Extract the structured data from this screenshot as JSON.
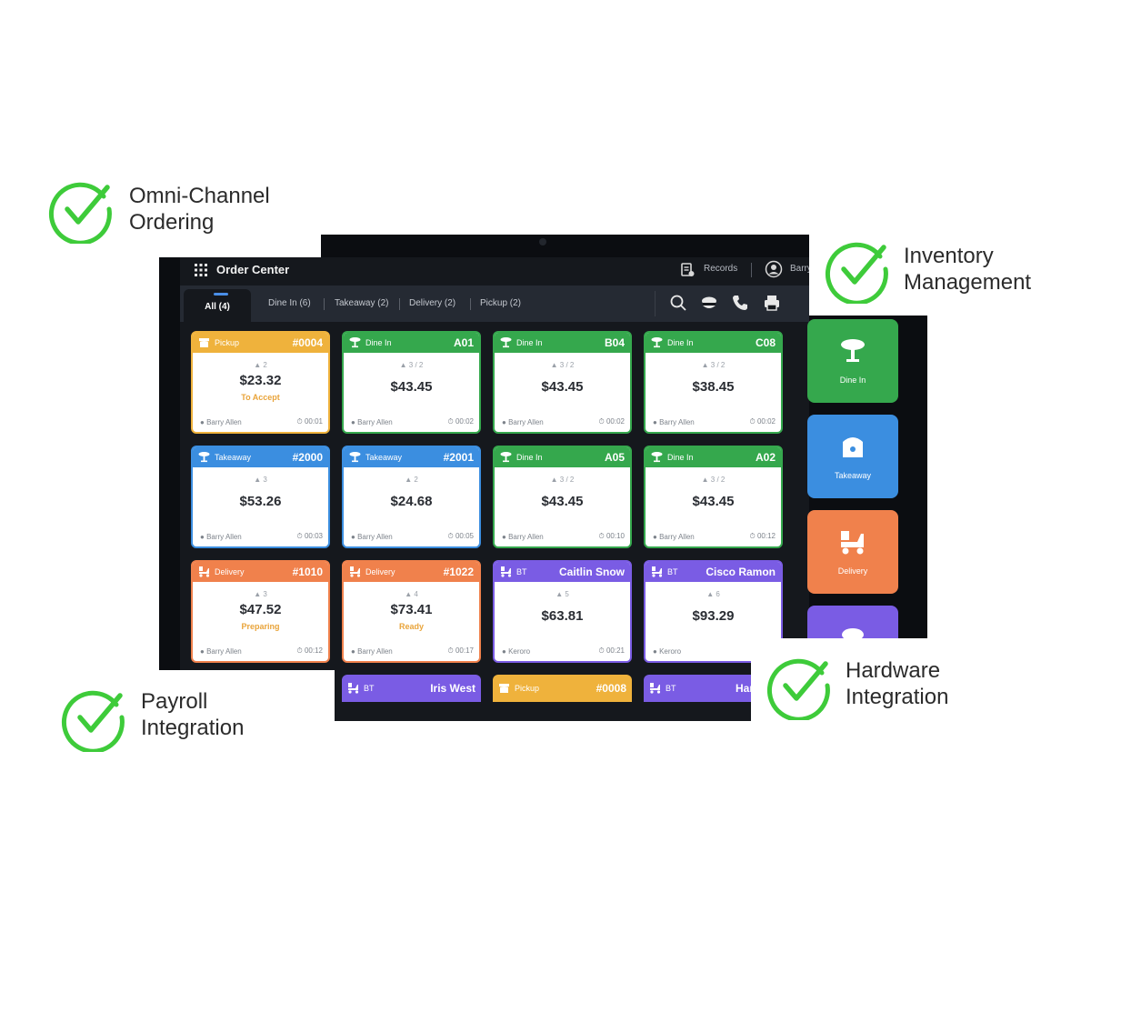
{
  "header": {
    "title": "Order Center",
    "records_label": "Records",
    "user_name": "Barry Allen"
  },
  "tabs": [
    {
      "label": "All (4)"
    },
    {
      "label": "Dine In (6)"
    },
    {
      "label": "Takeaway (2)"
    },
    {
      "label": "Delivery (2)"
    },
    {
      "label": "Pickup (2)"
    }
  ],
  "toolbar_icons": [
    "search-icon",
    "chef-icon",
    "phone-icon",
    "printer-icon"
  ],
  "orders": [
    {
      "type": "Pickup",
      "code": "#0004",
      "meta": "2",
      "amount": "$23.32",
      "status": "To Accept",
      "staff": "Barry Allen",
      "time": "00:01",
      "color": "yellow"
    },
    {
      "type": "Dine In",
      "code": "A01",
      "meta": "3 / 2",
      "amount": "$43.45",
      "status": "",
      "staff": "Barry Allen",
      "time": "00:02",
      "color": "green"
    },
    {
      "type": "Dine In",
      "code": "B04",
      "meta": "3 / 2",
      "amount": "$43.45",
      "status": "",
      "staff": "Barry Allen",
      "time": "00:02",
      "color": "green"
    },
    {
      "type": "Dine In",
      "code": "C08",
      "meta": "3 / 2",
      "amount": "$38.45",
      "status": "",
      "staff": "Barry Allen",
      "time": "00:02",
      "color": "green"
    },
    {
      "type": "Takeaway",
      "code": "#2000",
      "meta": "3",
      "amount": "$53.26",
      "status": "",
      "staff": "Barry Allen",
      "time": "00:03",
      "color": "blue"
    },
    {
      "type": "Takeaway",
      "code": "#2001",
      "meta": "2",
      "amount": "$24.68",
      "status": "",
      "staff": "Barry Allen",
      "time": "00:05",
      "color": "blue"
    },
    {
      "type": "Dine In",
      "code": "A05",
      "meta": "3 / 2",
      "amount": "$43.45",
      "status": "",
      "staff": "Barry Allen",
      "time": "00:10",
      "color": "green"
    },
    {
      "type": "Dine In",
      "code": "A02",
      "meta": "3 / 2",
      "amount": "$43.45",
      "status": "",
      "staff": "Barry Allen",
      "time": "00:12",
      "color": "green"
    },
    {
      "type": "Delivery",
      "code": "#1010",
      "meta": "3",
      "amount": "$47.52",
      "status": "Preparing",
      "staff": "Barry Allen",
      "time": "00:12",
      "color": "orange"
    },
    {
      "type": "Delivery",
      "code": "#1022",
      "meta": "4",
      "amount": "$73.41",
      "status": "Ready",
      "staff": "Barry Allen",
      "time": "00:17",
      "color": "orange"
    },
    {
      "type": "BT",
      "code": "Caitlin Snow",
      "meta": "5",
      "amount": "$63.81",
      "status": "",
      "staff": "Keroro",
      "time": "00:21",
      "color": "purple"
    },
    {
      "type": "BT",
      "code": "Cisco Ramon",
      "meta": "6",
      "amount": "$93.29",
      "status": "",
      "staff": "Keroro",
      "time": "",
      "color": "purple"
    }
  ],
  "partial_orders": [
    {
      "type": "BT",
      "code": "Iris West",
      "color": "purple"
    },
    {
      "type": "Pickup",
      "code": "#0008",
      "color": "yellow"
    },
    {
      "type": "BT",
      "code": "Harry W",
      "color": "purple"
    }
  ],
  "quick_actions": [
    {
      "label": "Dine In",
      "color": "#35a84d"
    },
    {
      "label": "Takeaway",
      "color": "#3b8ee0"
    },
    {
      "label": "Delivery",
      "color": "#f0814c"
    },
    {
      "label": "",
      "color": "#7a5ce4"
    }
  ],
  "features": [
    {
      "line1": "Omni-Channel",
      "line2": "Ordering"
    },
    {
      "line1": "Inventory",
      "line2": "Management"
    },
    {
      "line1": "Payroll",
      "line2": "Integration"
    },
    {
      "line1": "Hardware",
      "line2": "Integration"
    }
  ],
  "colors": {
    "green": "#35a84d",
    "yellow": "#efb23c",
    "blue": "#3b8ee0",
    "orange": "#f0814c",
    "purple": "#7a5ce4",
    "check": "#3ecb3a",
    "screen_bg": "#15181d",
    "tabbar_bg": "#252a33"
  }
}
